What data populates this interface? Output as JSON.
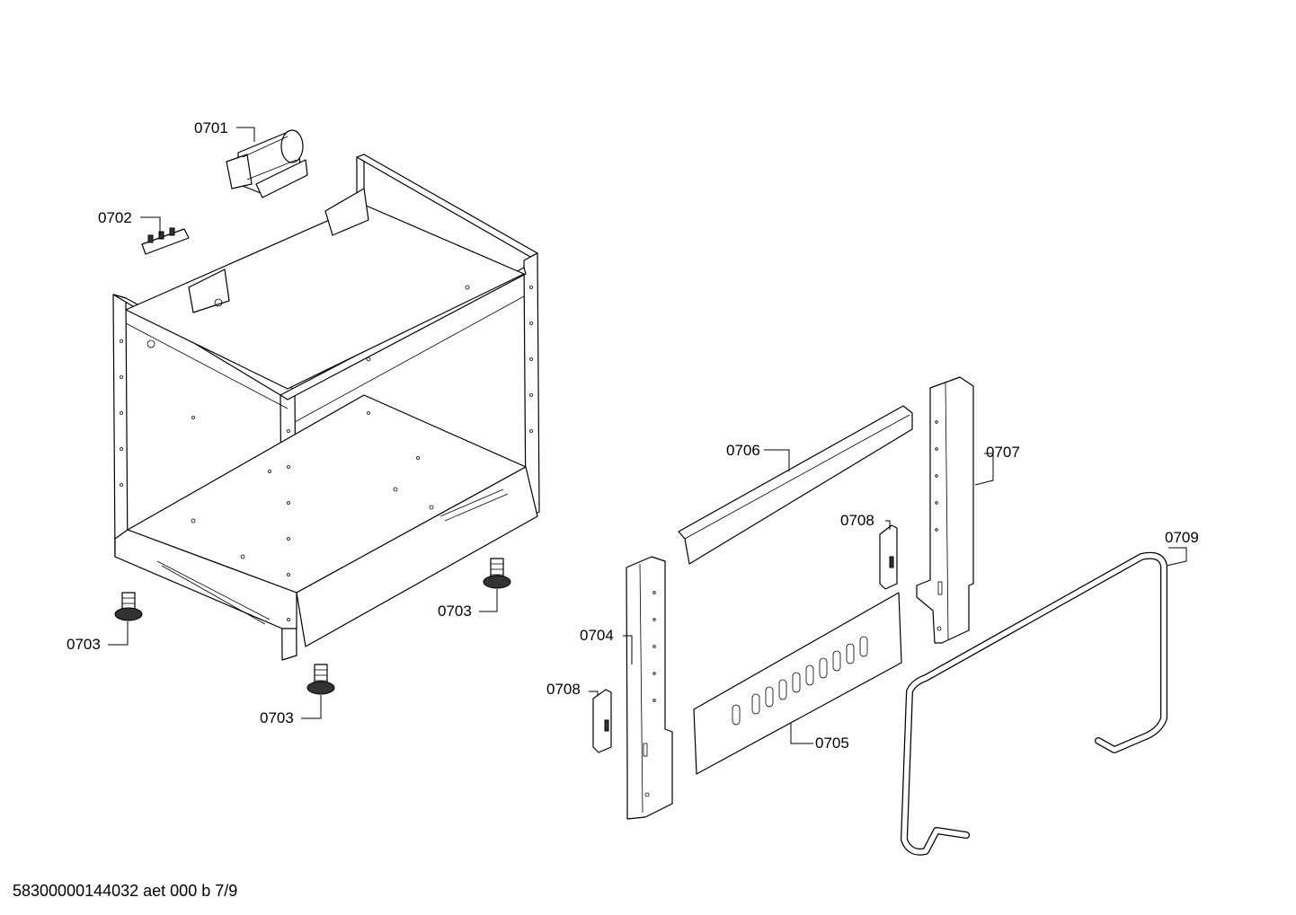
{
  "diagram": {
    "labels": {
      "l0701": "0701",
      "l0702": "0702",
      "l0703a": "0703",
      "l0703b": "0703",
      "l0703c": "0703",
      "l0704": "0704",
      "l0705": "0705",
      "l0706": "0706",
      "l0707": "0707",
      "l0708a": "0708",
      "l0708b": "0708",
      "l0709": "0709"
    },
    "footer": "58300000144032 aet 000 b 7/9"
  }
}
